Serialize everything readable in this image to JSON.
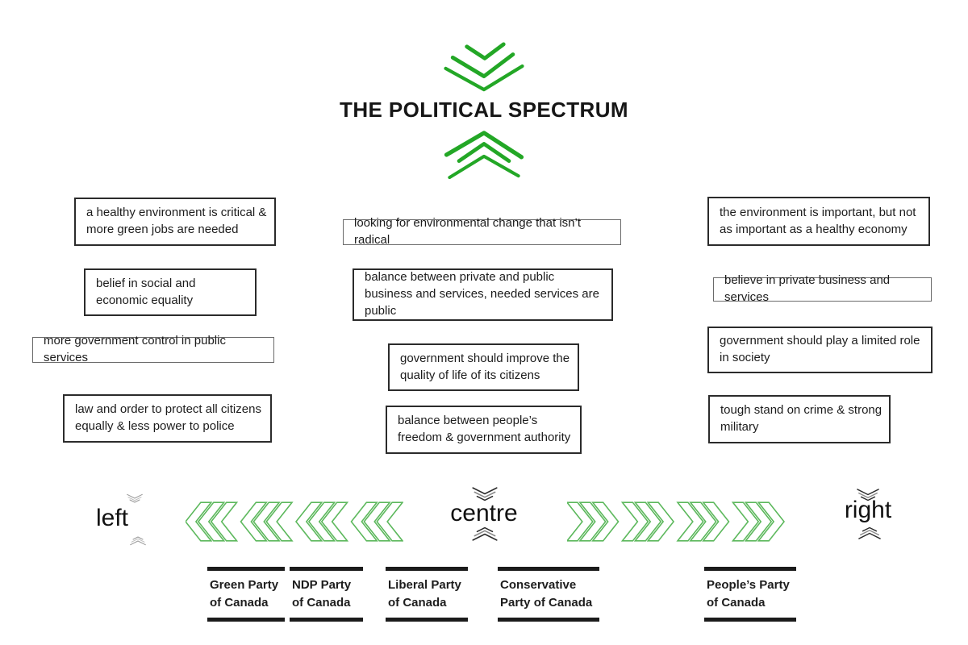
{
  "title": "THE POLITICAL SPECTRUM",
  "statements": {
    "left": [
      "a healthy environment is critical & more green jobs are needed",
      "belief in social and economic equality",
      "more government control in public services",
      "law and order to protect all citizens equally & less power to police"
    ],
    "centre": [
      "looking for environmental change that isn’t radical",
      "balance between private and public business and services, needed services are public",
      "government should improve the quality of life of its citizens",
      "balance between people’s freedom & government authority"
    ],
    "right": [
      "the environment is important, but not as important as a healthy economy",
      "believe in private business and services",
      "government should play a limited role in society",
      "tough stand on crime & strong military"
    ]
  },
  "axis": {
    "left_label": "left",
    "centre_label": "centre",
    "right_label": "right"
  },
  "parties": [
    {
      "line1": "Green Party",
      "line2": "of Canada"
    },
    {
      "line1": "NDP Party",
      "line2": "of Canada"
    },
    {
      "line1": "Liberal Party",
      "line2": "of Canada"
    },
    {
      "line1": "Conservative",
      "line2": "Party of Canada"
    },
    {
      "line1": "People’s Party",
      "line2": "of Canada"
    }
  ],
  "colors": {
    "chevron_green": "#23a726",
    "arrow_green": "#5cb85c",
    "axis_chevron_dark": "#2e2e2e",
    "axis_chevron_grey": "#8a8a8a",
    "text": "#1c1c1c"
  }
}
